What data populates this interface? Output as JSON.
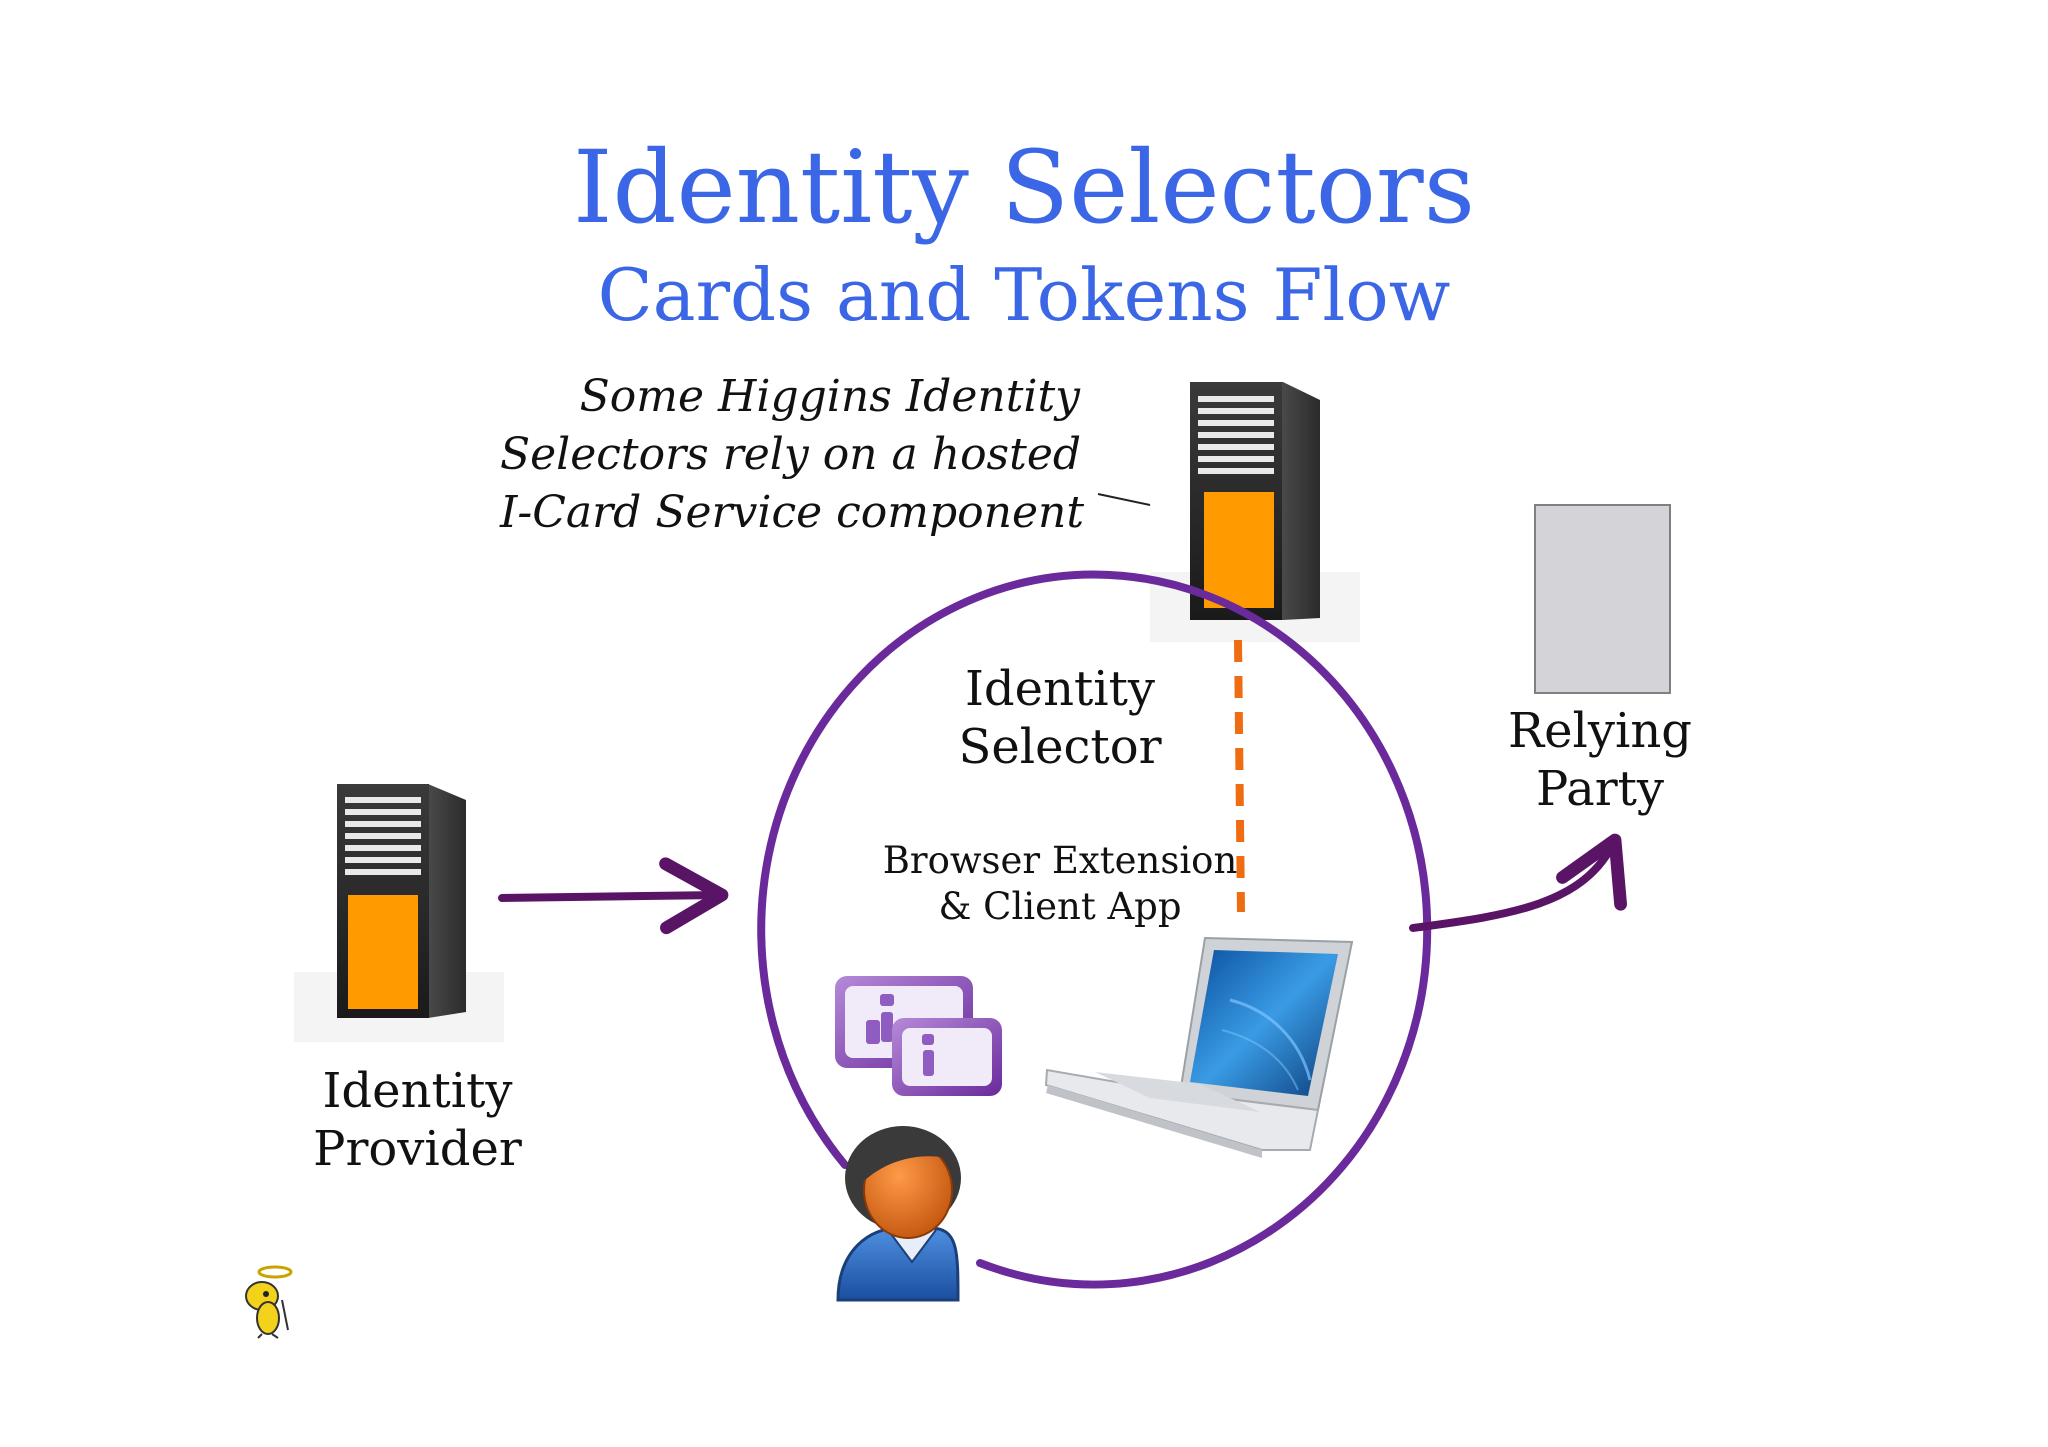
{
  "title": "Identity Selectors",
  "subtitle": "Cards and Tokens Flow",
  "note_lines": [
    "Some Higgins Identity",
    "Selectors rely on a hosted",
    "I-Card Service component"
  ],
  "identity_selector": [
    "Identity",
    "Selector"
  ],
  "browser_extension": [
    "Browser Extension",
    "& Client App"
  ],
  "relying_party": [
    "Relying",
    "Party"
  ],
  "identity_provider": [
    "Identity",
    "Provider"
  ],
  "colors": {
    "title": "#3b66e6",
    "circle": "#6a2a9c",
    "arrow": "#5a1466",
    "dashed": "#ef6c12",
    "server_orange": "#ff9a00"
  },
  "icons": {
    "hosted_server": "server-icon",
    "provider_server": "server-icon",
    "relying_party_page": "page-icon",
    "cards": "i-card-icon",
    "laptop": "laptop-icon",
    "user": "user-icon",
    "mascot": "higgins-mascot-icon"
  }
}
